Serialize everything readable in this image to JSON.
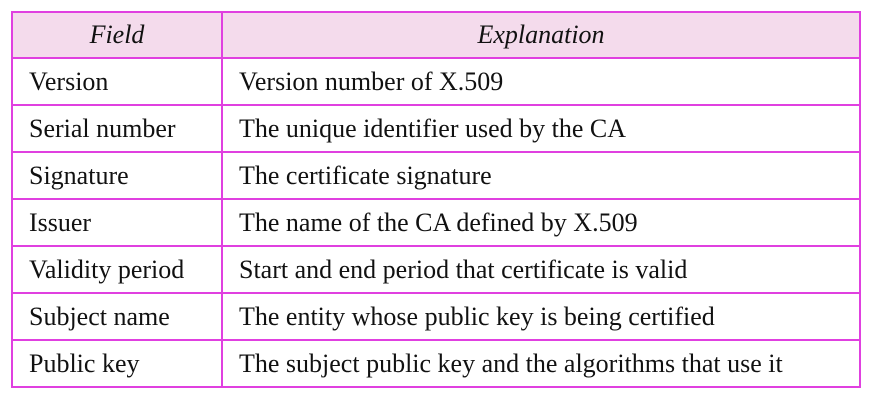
{
  "table": {
    "headers": [
      "Field",
      "Explanation"
    ],
    "rows": [
      [
        "Version",
        "Version number of X.509"
      ],
      [
        "Serial number",
        "The unique identifier used by the CA"
      ],
      [
        "Signature",
        "The certificate signature"
      ],
      [
        "Issuer",
        "The name of the CA defined by X.509"
      ],
      [
        "Validity period",
        "Start and end period that certificate is valid"
      ],
      [
        "Subject name",
        "The entity whose public key is being certified"
      ],
      [
        "Public key",
        "The subject public key and the algorithms that use it"
      ]
    ]
  },
  "colors": {
    "border": "#e040e0",
    "header_background": "#f4dbec",
    "text": "#111111"
  }
}
